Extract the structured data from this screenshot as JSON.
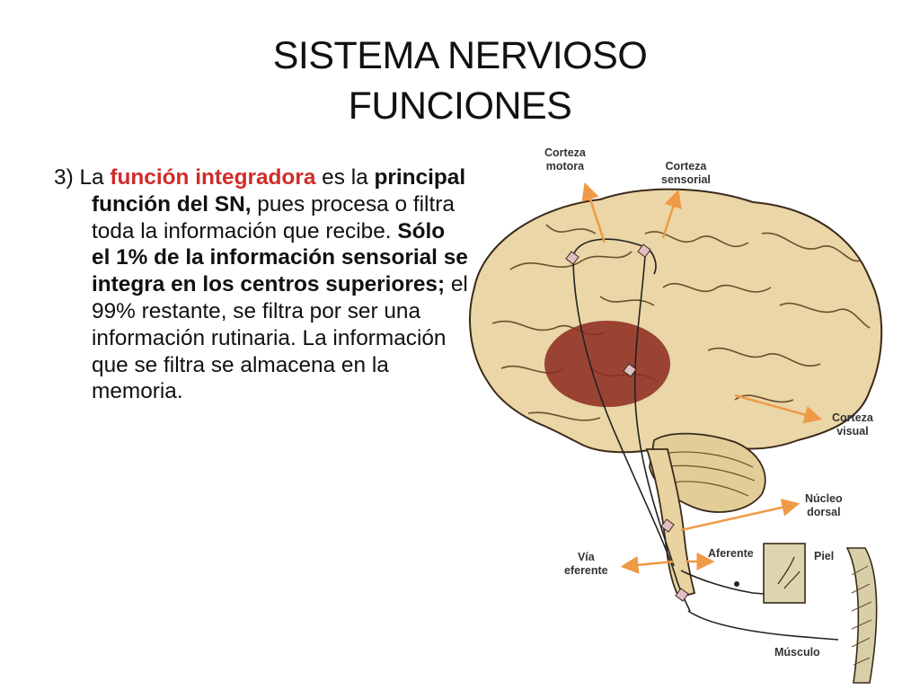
{
  "slide": {
    "title_line1": "SISTEMA NERVIOSO",
    "title_line2": "FUNCIONES",
    "body": {
      "p1": "3) La ",
      "p2": "función integradora",
      "p3": " es la ",
      "p4": "principal función del SN,",
      "p5": " pues procesa o filtra toda la información que recibe. ",
      "p6": "Sólo el 1% de la información sensorial se integra en los centros superiores;",
      "p7": " el 99% restante, se filtra por ser una información rutinaria. La información que se filtra se almacena en la memoria."
    },
    "highlight_color": "#d22b2b"
  },
  "figure": {
    "labels": {
      "corteza_motora_1": "Corteza",
      "corteza_motora_2": "motora",
      "corteza_sensorial_1": "Corteza",
      "corteza_sensorial_2": "sensorial",
      "corteza_visual_1": "Corteza",
      "corteza_visual_2": "visual",
      "nucleo_dorsal_1": "Núcleo",
      "nucleo_dorsal_2": "dorsal",
      "via_eferente_1": "Vía",
      "via_eferente_2": "eferente",
      "aferente": "Aferente",
      "piel": "Piel",
      "musculo": "Músculo"
    },
    "colors": {
      "brain": "#ead6a6",
      "brain_outline": "#3a2a1a",
      "cerebellum": "#e2cd98",
      "integration_area": "#8e2f22",
      "arrow": "#ef9a46",
      "skin_box": "#dcd5b0"
    }
  }
}
